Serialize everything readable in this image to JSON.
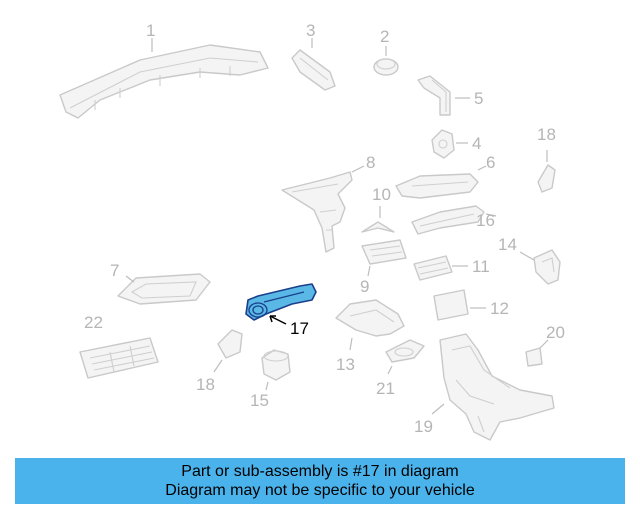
{
  "callouts": {
    "c1": "1",
    "c2": "2",
    "c3": "3",
    "c4": "4",
    "c5": "5",
    "c6": "6",
    "c7": "7",
    "c8": "8",
    "c9": "9",
    "c10": "10",
    "c11": "11",
    "c12": "12",
    "c13": "13",
    "c14": "14",
    "c15": "15",
    "c16": "16",
    "c17": "17",
    "c18a": "18",
    "c18b": "18",
    "c19": "19",
    "c20": "20",
    "c21": "21",
    "c22": "22"
  },
  "highlighted_part": "17",
  "colors": {
    "highlight": "#5ab8e6",
    "banner": "#4bb3ec",
    "parts_gray": "#c9c9c9"
  },
  "banner": {
    "line1": "Part or sub-assembly is #17 in diagram",
    "line2": "Diagram may not be specific to your vehicle"
  }
}
